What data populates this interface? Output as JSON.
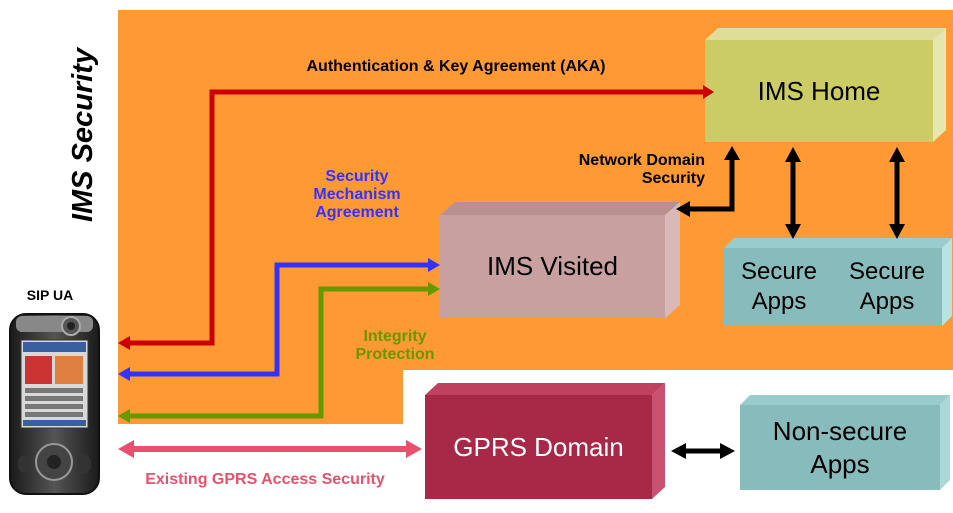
{
  "title": "IMS Security",
  "device_label": "SIP UA",
  "boxes": {
    "ims_home": "IMS Home",
    "ims_visited": "IMS Visited",
    "secure_apps_1": "Secure Apps",
    "secure_apps_2": "Secure Apps",
    "gprs_domain": "GPRS Domain",
    "non_secure_apps": "Non-secure Apps"
  },
  "labels": {
    "aka": "Authentication & Key Agreement (AKA)",
    "network_domain_security": "Network Domain Security",
    "security_mechanism_agreement": "Security Mechanism Agreement",
    "integrity_protection": "Integrity Protection",
    "existing_gprs_access_security": "Existing GPRS Access Security"
  },
  "colors": {
    "background_panel": "#FF9933",
    "aka_arrow": "#CC0000",
    "sma_arrow": "#3333FF",
    "integrity_arrow": "#669900",
    "gprs_security_arrow": "#E8506E",
    "ims_home_box": "#CCCC66",
    "ims_visited_box": "#C8A0A0",
    "secure_apps_box": "#88BBBB",
    "gprs_box": "#A82848",
    "non_secure_box": "#88BBBB"
  }
}
